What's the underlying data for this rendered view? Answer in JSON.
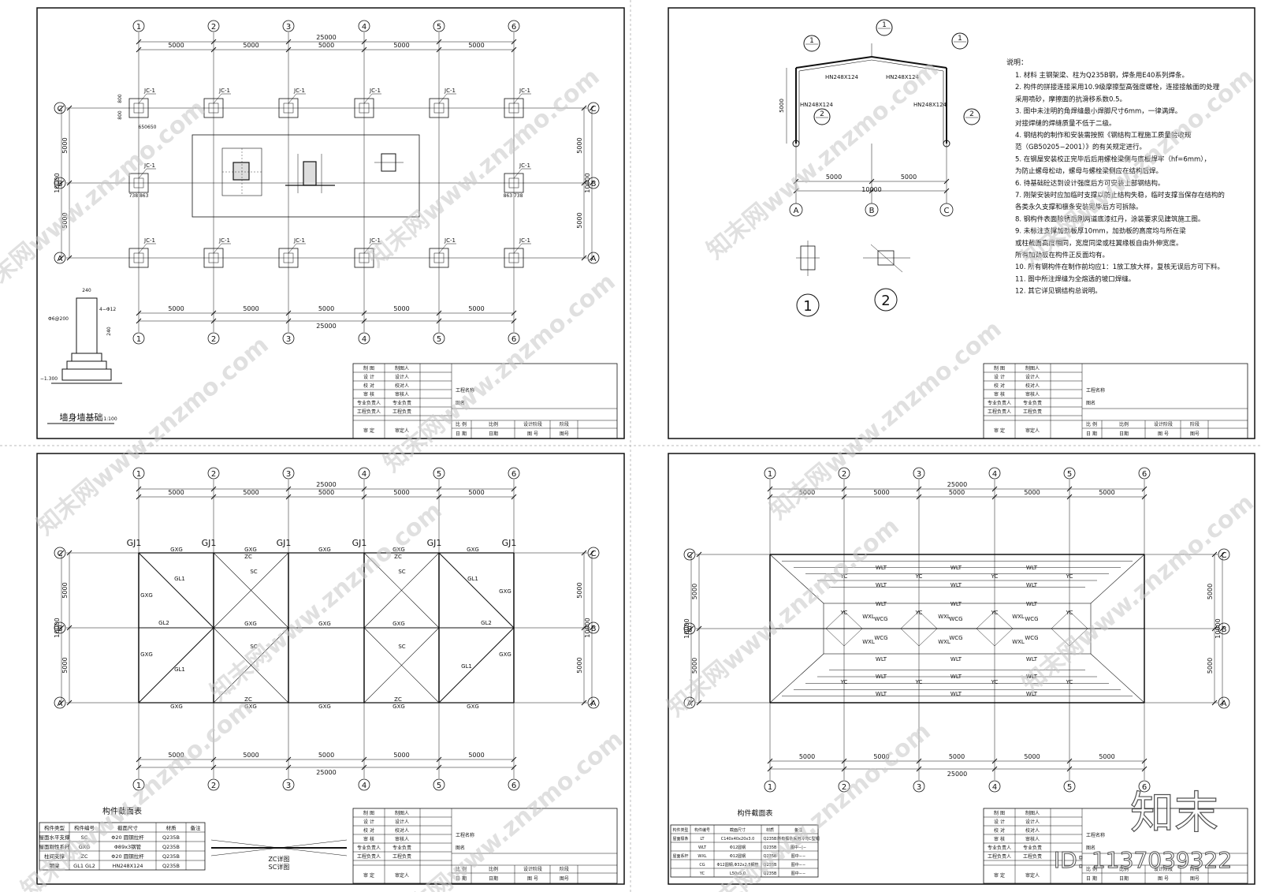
{
  "grid": {
    "cols": [
      "1",
      "2",
      "3",
      "4",
      "5",
      "6"
    ],
    "rows": [
      "C",
      "B",
      "A"
    ],
    "bay": "5000",
    "total_len": "25000",
    "span": "10000"
  },
  "s1": {
    "jc": "JC-1",
    "dims_c": [
      "800",
      "800"
    ],
    "dim_b": "650650",
    "dim_left": "738 863",
    "dim_right": "863 738",
    "wall": {
      "title": "墙身墙基础",
      "scale": "1:100",
      "d240a": "240",
      "d240b": "240",
      "rebar": "4−Φ12",
      "stir": "Φ6@200",
      "elev": "−1.300"
    }
  },
  "s2": {
    "beam": "HN248X124",
    "height": "5000",
    "half": "5000",
    "span": "10000",
    "marks": [
      "1",
      "2"
    ],
    "notes_title": "说明：",
    "notes": [
      "1.  材料  主钢架梁、柱为Q235B钢，焊条用E40系列焊条。",
      "2.  构件的拼接连接采用10.9级摩擦型高强度螺栓，连接接触面的处理",
      "      采用喷砂，摩擦面的抗滑移系数0.5。",
      "3.  图中未注明的角焊缝最小焊脚尺寸6mm，一律满焊。",
      "      对接焊缝的焊缝质量不低于二级。",
      "4.  钢结构的制作和安装需按照《钢结构工程施工质量验收规",
      "      范（GB50205−2001）》的有关规定进行。",
      "5.  在钢屋安装校正完毕后后用螺栓梁侧与底板焊牢（hf=6mm），",
      "      为防止螺母松动，螺母与螺栓梁侧应在结构后焊。",
      "6.  待基础砼达到设计强度后方可安装上部钢结构。",
      "7.  刚架安装时应加临时支撑以防止结构失稳，临时支撑当保存在结构的",
      "      各类永久支撑和檩条安装完毕后方可拆除。",
      "8.  钢构件表面除锈后刷两道底漆红丹，涂装要求见建筑施工图。",
      "9.  未标注支撑加劲板厚10mm，加劲板的高度均与所在梁",
      "      或柱截面高度相同，宽度同梁或柱翼缘板自由外伸宽度。",
      "      所有加劲板在构件正反面均有。",
      "10.  所有钢构件在制作前均应1：1放工放大样，复核无误后方可下料。",
      "11.  图中所注焊缝为全熔透的坡口焊缝。",
      "12.  其它详见钢结构总说明。"
    ]
  },
  "s3": {
    "gj": "GJ1",
    "gxg": "GXG",
    "zc": "ZC",
    "sc": "SC",
    "gl1": "GL1",
    "gl2": "GL2",
    "table": {
      "title": "构件截面表",
      "headers": [
        "构件类型",
        "构件编号",
        "截面尺寸",
        "材质",
        "备注"
      ],
      "rows": [
        [
          "屋面水平支撑",
          "SC",
          "Φ20 圆钢拉杆",
          "Q235B",
          ""
        ],
        [
          "屋面刚性系杆",
          "GXG",
          "Φ89x3钢管",
          "Q235B",
          ""
        ],
        [
          "柱间支撑",
          "ZC",
          "Φ20 圆钢拉杆",
          "Q235B",
          ""
        ],
        [
          "钢梁",
          "GL1 GL2",
          "HN248X124",
          "Q235B",
          ""
        ]
      ]
    },
    "zc_label": "ZC详图",
    "sc_label": "SC详图"
  },
  "s4": {
    "wlt": "WLT",
    "yc": "YC",
    "wxl": "WXL",
    "wcg": "WCG",
    "table": {
      "title": "构件截面表",
      "headers": [
        "构件类型",
        "构件编号",
        "截面尺寸",
        "材质",
        "备注"
      ],
      "rows": [
        [
          "屋面檩条",
          "LT",
          "C140x40x20x3.0",
          "Q235B",
          "所有檩条采用冷弯C型钢"
        ],
        [
          "",
          "WLT",
          "Φ12圆钢",
          "Q235B",
          "图中−|−"
        ],
        [
          "屋面系杆",
          "WXL",
          "Φ12圆钢",
          "Q235B",
          "图中−−"
        ],
        [
          "",
          "CG",
          "Φ12圆钢,Φ32x2.5钢管",
          "Q235B",
          "图中−−"
        ],
        [
          "",
          "YC",
          "L50x5.0",
          "Q235B",
          "图中−−"
        ]
      ]
    }
  },
  "tb": {
    "rows": [
      [
        "制 图",
        "制图人"
      ],
      [
        "设 计",
        "设计人"
      ],
      [
        "校 对",
        "校对人"
      ],
      [
        "审 核",
        "审核人"
      ],
      [
        "专业负责人",
        "专业负责"
      ],
      [
        "工程负责人",
        "工程负责"
      ]
    ],
    "audit": [
      "审 定",
      "审定人"
    ],
    "project": "工程名称",
    "drawing": "图名",
    "scale_row": [
      "比 例",
      "比例",
      "设计阶段",
      "阶段"
    ],
    "date_row": [
      "日 期",
      "日期",
      "图 号",
      "图号"
    ]
  },
  "watermark": {
    "site": "知末网www.znzmo.com",
    "brand": "知末",
    "id": "ID: 1137039322"
  }
}
